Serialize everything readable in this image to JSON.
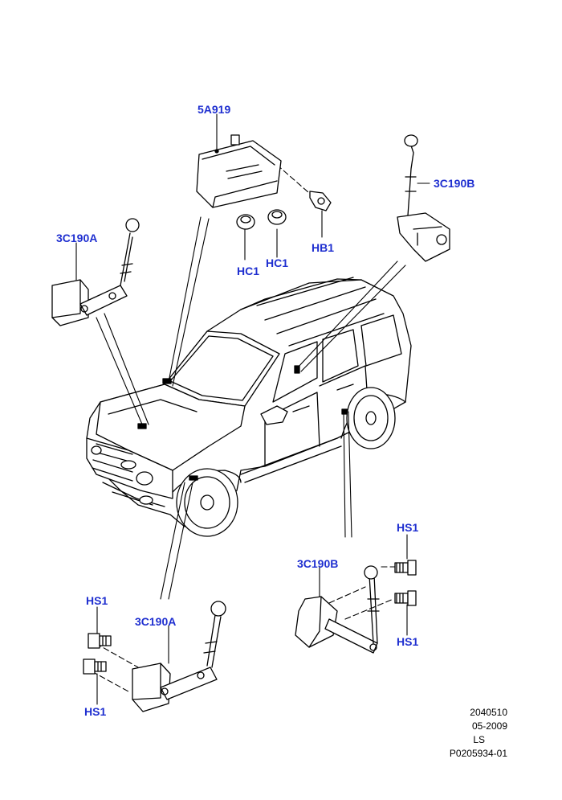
{
  "diagram": {
    "callouts": {
      "module_5a919": "5A919",
      "sensor_rear_right_top": "3C190B",
      "sensor_front_left_top": "3C190A",
      "bushing_hc1_left": "HC1",
      "bushing_hc1_right": "HC1",
      "bracket_hb1": "HB1",
      "bolt_hs1_right_top": "HS1",
      "sensor_rear_right_bottom": "3C190B",
      "bolt_hs1_left_top": "HS1",
      "sensor_front_left_bottom": "3C190A",
      "bolt_hs1_right_bottom": "HS1",
      "bolt_hs1_left_bottom": "HS1"
    },
    "colors": {
      "callout": "#1f2fd0",
      "line": "#000000",
      "fill": "#ffffff"
    },
    "meta": {
      "drawing_number": "2040510",
      "date": "05-2009",
      "code": "LS",
      "part_ref": "P0205934-01"
    }
  }
}
